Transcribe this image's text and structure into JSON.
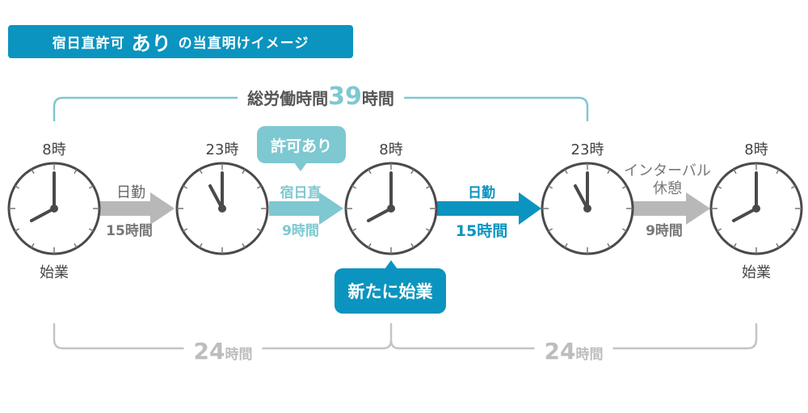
{
  "title": {
    "prefix": "宿日直許可",
    "emphasis": "あり",
    "suffix": "の当直明けイメージ"
  },
  "total": {
    "label_prefix": "総労働時間",
    "value": "39",
    "label_suffix": "時間"
  },
  "clocks": [
    {
      "time_label": "8時",
      "caption": "始業",
      "hour": 8
    },
    {
      "time_label": "23時",
      "caption": "",
      "hour": 23
    },
    {
      "time_label": "8時",
      "caption": "",
      "hour": 8
    },
    {
      "time_label": "23時",
      "caption": "",
      "hour": 23
    },
    {
      "time_label": "8時",
      "caption": "始業",
      "hour": 8
    }
  ],
  "segments": [
    {
      "type": "日勤",
      "duration": "15時間",
      "color": "#b8b8b8"
    },
    {
      "type": "宿日直",
      "duration": "9時間",
      "color": "#7ec8d1"
    },
    {
      "type": "日勤",
      "duration": "15時間",
      "color": "#0b94bf"
    },
    {
      "type_line1": "インターバル",
      "type_line2": "休憩",
      "duration": "9時間",
      "color": "#b8b8b8"
    }
  ],
  "bubbles": {
    "permit": "許可あり",
    "new_start": "新たに始業"
  },
  "day_spans": [
    {
      "value": "24",
      "unit": "時間"
    },
    {
      "value": "24",
      "unit": "時間"
    }
  ],
  "colors": {
    "title_bg": "#0b94bf",
    "teal": "#7ec8d1",
    "blue": "#0b94bf",
    "gray_arrow": "#b8b8b8",
    "bracket_gray": "#c4c4c4",
    "clock_stroke": "#4a4a4a"
  }
}
